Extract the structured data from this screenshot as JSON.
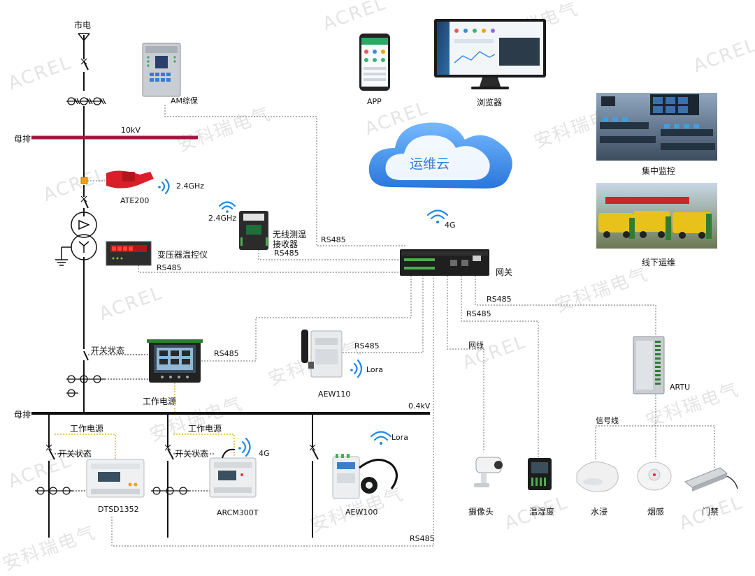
{
  "grid": {
    "source_label": "市电",
    "busbar_10kv_label": "母排",
    "busbar_10kv_voltage": "10kV",
    "busbar_04kv_label": "母排",
    "busbar_04kv_voltage": "0.4kV"
  },
  "devices": {
    "am_protection": "AM综保",
    "ate200": "ATE200",
    "ate200_signal": "2.4GHz",
    "wireless_receiver_signal": "2.4GHz",
    "wireless_receiver": [
      "无线测温",
      "接收器"
    ],
    "transformer_controller": "变压器温控仪",
    "gateway": "网关",
    "gateway_signal": "4G",
    "aew110": "AEW110",
    "aew110_signal": "Lora",
    "aew100": "AEW100",
    "aew100_signal": "Lora",
    "dtsd1352": "DTSD1352",
    "arcm300t": "ARCM300T",
    "arcm300t_signal": "4G",
    "artu": "ARTU"
  },
  "cloud": {
    "label": "运维云",
    "app": "APP",
    "browser": "浏览器",
    "central_monitoring": "集中监控",
    "offline_maintenance": "线下运维"
  },
  "links": {
    "rs485": "RS485",
    "network_cable": "网线",
    "signal_line": "信号线",
    "switch_status": "开关状态",
    "working_power": "工作电源"
  },
  "sensors": {
    "camera": "摄像头",
    "temp_humidity": "温湿度",
    "water_leak": "水浸",
    "smoke": "烟感",
    "door": "门禁"
  },
  "watermarks": {
    "text_en": "ACREL",
    "text_cn": "安科瑞电气"
  },
  "colors": {
    "busbar_10kv": "#a3163f",
    "busbar_04kv": "#111111",
    "line": "#111111",
    "dotted": "#888888",
    "power_dotted": "#e0a800",
    "wifi": "#1e88e5",
    "cloud": "#2f7fe0"
  }
}
